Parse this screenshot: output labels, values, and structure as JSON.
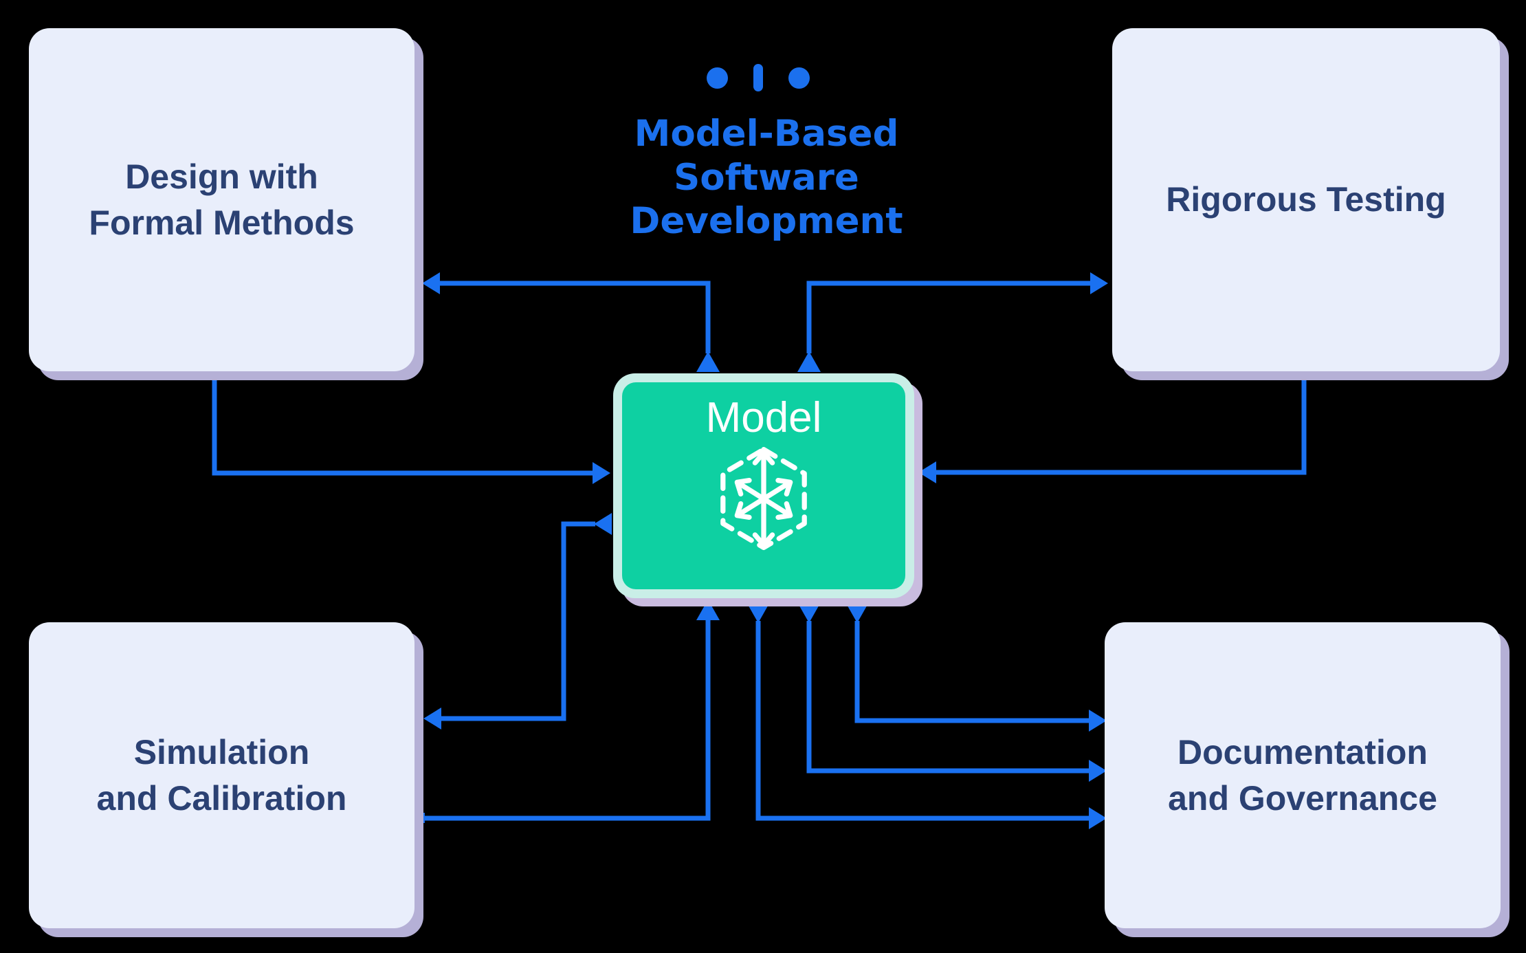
{
  "title": {
    "lines": [
      "Model-Based",
      "Software",
      "Development"
    ]
  },
  "decoration": {
    "shape": "dot-bar-dot-ellipsis"
  },
  "center_node": {
    "label": "Model",
    "icon": "cube-3d-dashed-axes-icon"
  },
  "nodes": {
    "design": {
      "lines": [
        "Design with",
        "Formal Methods"
      ]
    },
    "testing": {
      "lines": [
        "Rigorous Testing"
      ]
    },
    "simulation": {
      "lines": [
        "Simulation",
        "and Calibration"
      ]
    },
    "documentation": {
      "lines": [
        "Documentation",
        "and Governance"
      ]
    }
  },
  "connections": [
    {
      "from": "Model",
      "to": "Design with Formal Methods"
    },
    {
      "from": "Model",
      "to": "Rigorous Testing"
    },
    {
      "from": "Design with Formal Methods",
      "to": "Model"
    },
    {
      "from": "Rigorous Testing",
      "to": "Model"
    },
    {
      "from": "Model",
      "to": "Simulation and Calibration"
    },
    {
      "from": "Simulation and Calibration",
      "to": "Model"
    },
    {
      "from": "Model",
      "to": "Documentation and Governance"
    },
    {
      "from": "Model",
      "to": "Documentation and Governance"
    },
    {
      "from": "Model",
      "to": "Documentation and Governance"
    }
  ],
  "colors": {
    "background": "#000000",
    "accent_blue": "#1b70ee",
    "node_fill": "#e9eefb",
    "node_shadow": "#b5b0d6",
    "node_text": "#2b4173",
    "model_fill": "#0ed0a2",
    "model_frame": "#c9eee7",
    "model_shadow": "#c9bcdf",
    "model_text": "#ffffff"
  }
}
